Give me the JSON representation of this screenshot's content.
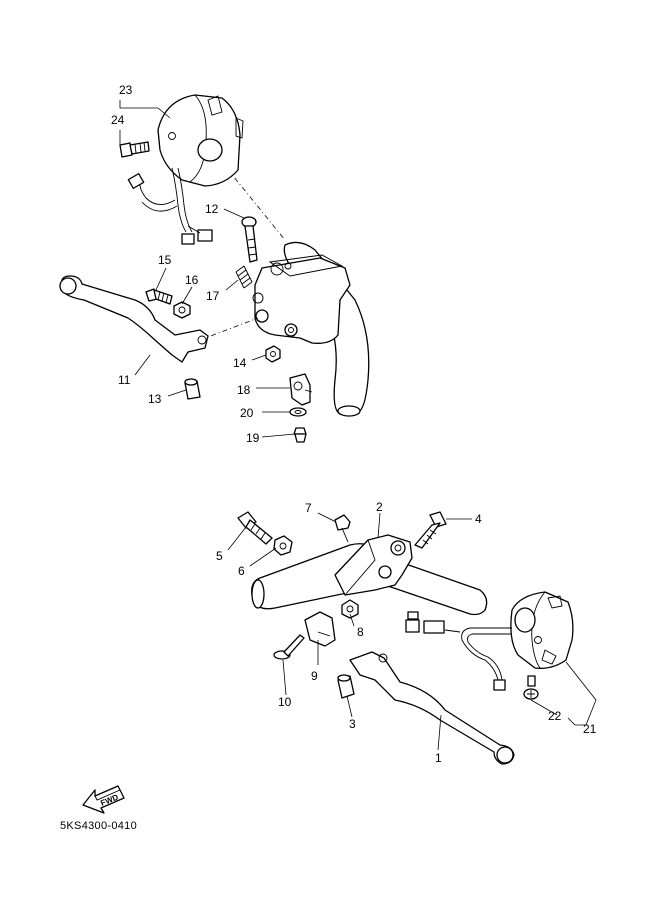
{
  "drawing_code": "5KS4300-0410",
  "fwd_label": "FWD",
  "callouts": [
    {
      "id": "23",
      "label": "23"
    },
    {
      "id": "24",
      "label": "24"
    },
    {
      "id": "12",
      "label": "12"
    },
    {
      "id": "15",
      "label": "15"
    },
    {
      "id": "16",
      "label": "16"
    },
    {
      "id": "17",
      "label": "17"
    },
    {
      "id": "11",
      "label": "11"
    },
    {
      "id": "13",
      "label": "13"
    },
    {
      "id": "14",
      "label": "14"
    },
    {
      "id": "18",
      "label": "18"
    },
    {
      "id": "20",
      "label": "20"
    },
    {
      "id": "19",
      "label": "19"
    },
    {
      "id": "7",
      "label": "7"
    },
    {
      "id": "2",
      "label": "2"
    },
    {
      "id": "4",
      "label": "4"
    },
    {
      "id": "5",
      "label": "5"
    },
    {
      "id": "6",
      "label": "6"
    },
    {
      "id": "8",
      "label": "8"
    },
    {
      "id": "9",
      "label": "9"
    },
    {
      "id": "10",
      "label": "10"
    },
    {
      "id": "3",
      "label": "3"
    },
    {
      "id": "1",
      "label": "1"
    },
    {
      "id": "22",
      "label": "22"
    },
    {
      "id": "21",
      "label": "21"
    }
  ]
}
